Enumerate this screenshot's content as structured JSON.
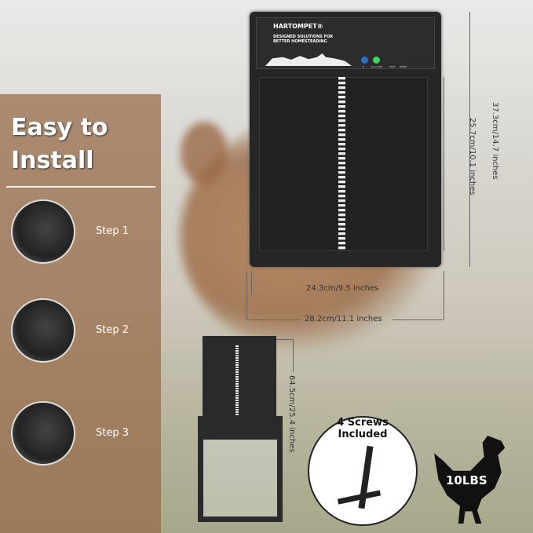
{
  "left_panel": {
    "title_line1": "Easy to",
    "title_line2": "Install",
    "steps": [
      "Step 1",
      "Step 2",
      "Step 3"
    ]
  },
  "door": {
    "brand": "HARTOMPET®",
    "tagline": "DESIGNED SOLUTIONS FOR BETTER HOMESTEADING",
    "buttons": [
      "B",
      "Door LED",
      "TEST",
      "RESET"
    ]
  },
  "dimensions": {
    "outer_height": "37.3cm/14.7 inches",
    "inner_height": "25.7cm/10.1 inches",
    "inner_width": "24.3cm/9.5 inches",
    "outer_width": "28.2cm/11.1 inches",
    "total_height": "64.5cm/25.4 inches"
  },
  "screws": {
    "label": "4 Screws Included"
  },
  "weight": {
    "label": "10LBS"
  },
  "colors": {
    "door": "#262626",
    "panel": "#966946",
    "led_blue": "#2a6fc9",
    "led_green": "#3fd65a"
  }
}
